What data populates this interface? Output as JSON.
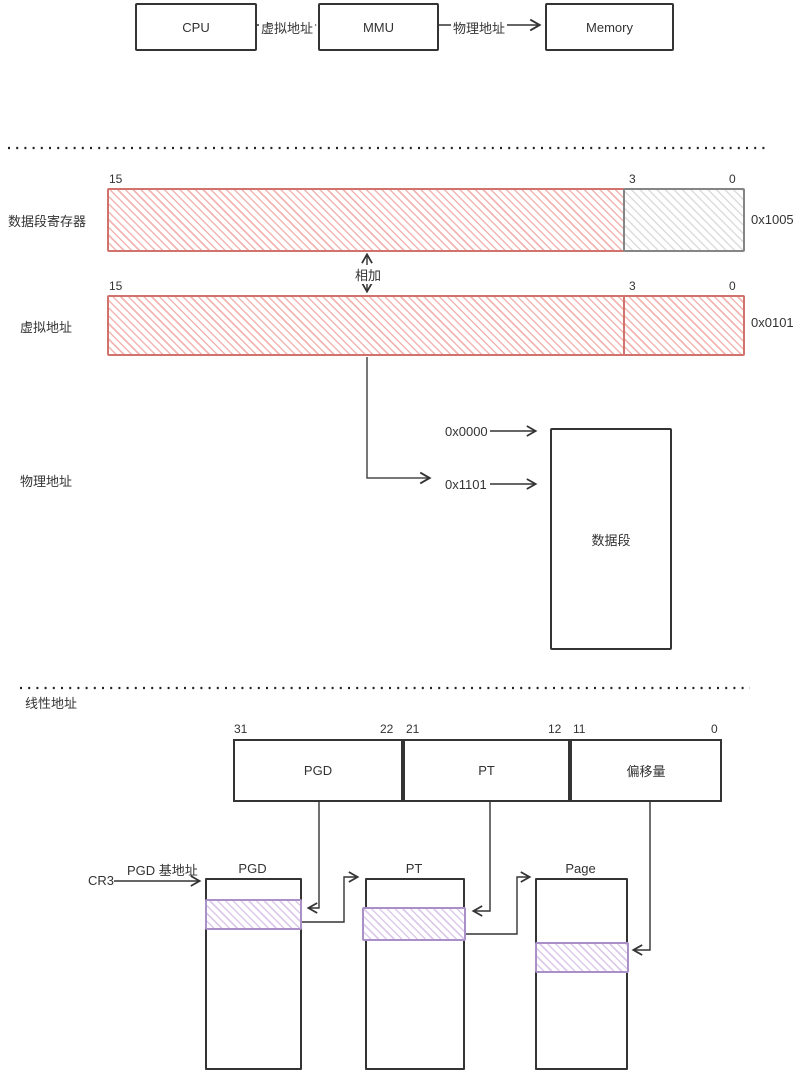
{
  "top_flow": {
    "cpu_label": "CPU",
    "mmu_label": "MMU",
    "memory_label": "Memory",
    "virtual_address_label": "虚拟地址",
    "physical_address_label": "物理地址"
  },
  "segmentation": {
    "register_label": "数据段寄存器",
    "virtual_label": "虚拟地址",
    "physical_label": "物理地址",
    "add_label": "相加",
    "register_row": {
      "bit_15": "15",
      "bit_3": "3",
      "bit_0": "0",
      "value": "0x1005"
    },
    "virtual_row": {
      "bit_15": "15",
      "bit_3": "3",
      "bit_0": "0",
      "value": "0x0101"
    },
    "segment_base": "0x0000",
    "physical_value": "0x1101",
    "data_segment_label": "数据段"
  },
  "paging": {
    "linear_label": "线性地址",
    "bits": {
      "b31": "31",
      "b22": "22",
      "b21": "21",
      "b12": "12",
      "b11": "11",
      "b0": "0"
    },
    "fields": {
      "pgd": "PGD",
      "pt": "PT",
      "offset": "偏移量"
    },
    "cr3_label": "CR3",
    "pgd_base_label": "PGD 基地址",
    "tables": {
      "pgd_title": "PGD",
      "pt_title": "PT",
      "page_title": "Page"
    }
  },
  "colors": {
    "stroke": "#343434",
    "red_border": "#d1726d",
    "red_hatch": "#f2b5b1",
    "gray_border": "#858585",
    "gray_hatch": "#dcdcdc",
    "purple_border": "#ab8fc7",
    "purple_hatch": "#dcc9ec"
  }
}
